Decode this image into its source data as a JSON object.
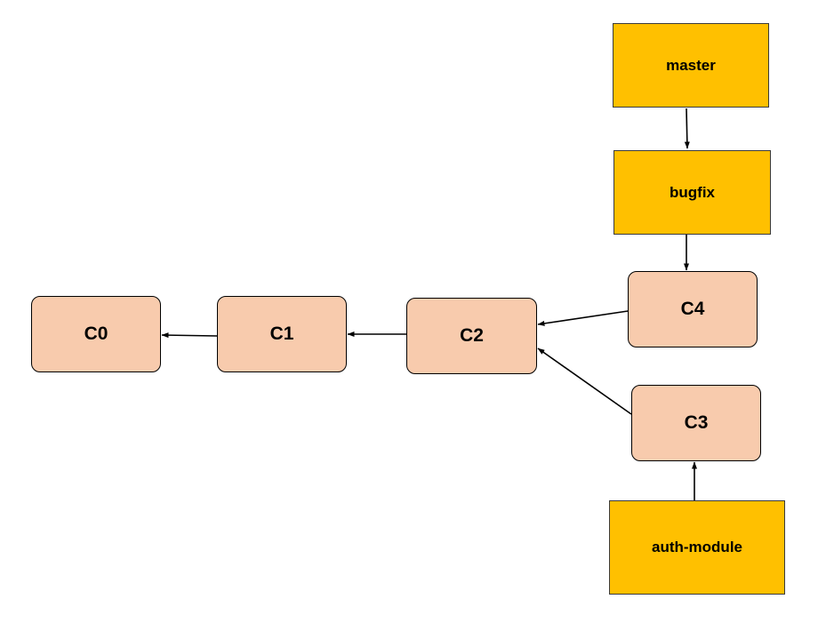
{
  "colors": {
    "commit_fill": "#F8CBAD",
    "branch_fill": "#FFC000",
    "arrow": "#000000"
  },
  "commits": [
    {
      "id": "c0",
      "label": "C0"
    },
    {
      "id": "c1",
      "label": "C1"
    },
    {
      "id": "c2",
      "label": "C2"
    },
    {
      "id": "c3",
      "label": "C3"
    },
    {
      "id": "c4",
      "label": "C4"
    }
  ],
  "branches": [
    {
      "id": "master",
      "label": "master"
    },
    {
      "id": "bugfix",
      "label": "bugfix"
    },
    {
      "id": "auth-module",
      "label": "auth-module"
    }
  ],
  "edges": [
    {
      "from": "master",
      "to": "bugfix"
    },
    {
      "from": "bugfix",
      "to": "c4"
    },
    {
      "from": "c4",
      "to": "c2"
    },
    {
      "from": "c3",
      "to": "c2"
    },
    {
      "from": "auth-module",
      "to": "c3"
    },
    {
      "from": "c2",
      "to": "c1"
    },
    {
      "from": "c1",
      "to": "c0"
    }
  ]
}
